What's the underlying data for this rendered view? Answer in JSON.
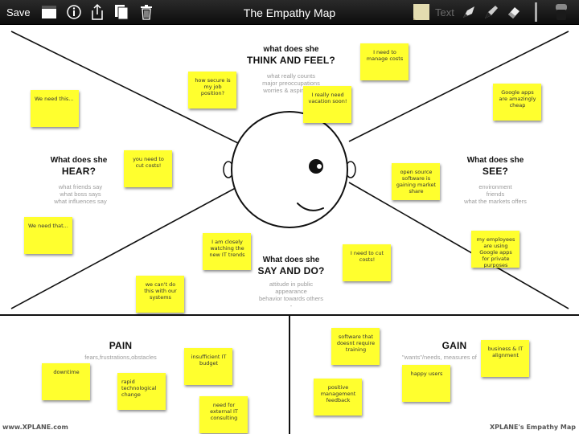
{
  "toolbar": {
    "save_label": "Save",
    "title": "The Empathy Map",
    "text_tool_label": "Text",
    "icons": [
      "window-icon",
      "info-icon",
      "share-icon",
      "duplicate-icon",
      "trash-icon",
      "sticky-note-icon",
      "marker-icon",
      "pen-icon",
      "eraser-icon",
      "stroke-width-icon",
      "color-icon"
    ]
  },
  "quadrants": {
    "think": {
      "question": "what does she",
      "title": "THINK AND FEEL?",
      "subs": [
        "what really counts",
        "major preoccupations",
        "worries & aspirations"
      ]
    },
    "hear": {
      "question": "What does she",
      "title": "HEAR?",
      "subs": [
        "what friends say",
        "what boss says",
        "what influences say"
      ]
    },
    "see": {
      "question": "What does she",
      "title": "SEE?",
      "subs": [
        "environment",
        "friends",
        "what the markets offers"
      ]
    },
    "say": {
      "question": "What does she",
      "title": "SAY AND DO?",
      "subs": [
        "attitude in public",
        "appearance",
        "behavior towards others",
        "-"
      ]
    }
  },
  "pain": {
    "title": "PAIN",
    "sub": "fears,frustrations,obstacles"
  },
  "gain": {
    "title": "GAIN",
    "sub": "\"wants\"/needs, measures of"
  },
  "notes": {
    "n1": "how secure is my job position?",
    "n2": "I need to manage costs",
    "n3": "I really need vacation soon!",
    "n4": "We need this...",
    "n5": "Google apps are amazingly cheap",
    "n6": "you need to cut costs!",
    "n7": "open source software is gaining market share",
    "n8": "We need that...",
    "n9": "I am closely watching the new IT trends",
    "n10": "I need to cut costs!",
    "n11": "my employees are using Google apps for private purposes",
    "n12": "we can't do this with our systems",
    "n13": "downtime",
    "n14": "insufficient IT budget",
    "n15": "rapid technological change",
    "n16": "need for external IT consulting",
    "n17": "software that doesnt require training",
    "n18": "positive management feedback",
    "n19": "happy users",
    "n20": "business & IT alignment"
  },
  "footer": {
    "left": "www.XPLANE.com",
    "right": "XPLANE's Empathy Map"
  }
}
